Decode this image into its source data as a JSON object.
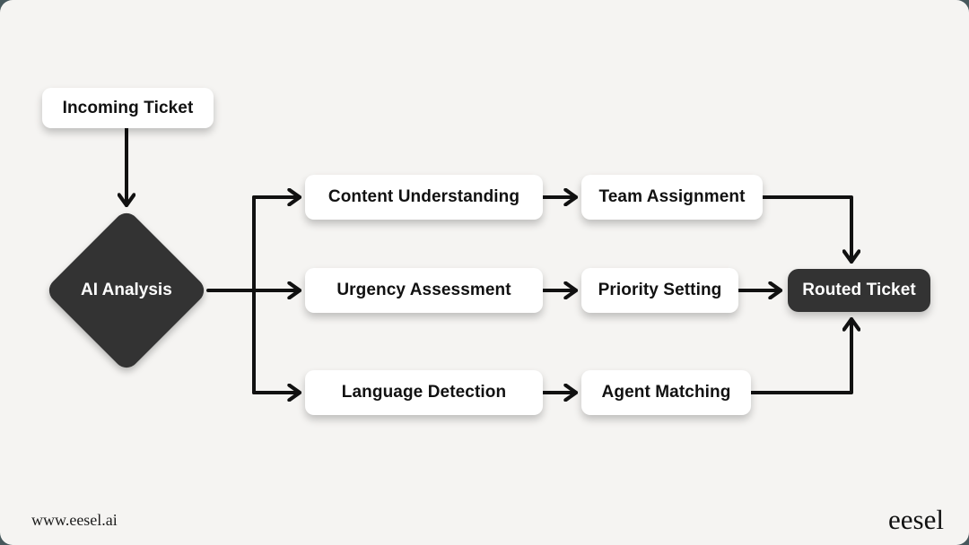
{
  "diagram": {
    "nodes": {
      "incoming_ticket": "Incoming Ticket",
      "ai_analysis": "AI Analysis",
      "content_understanding": "Content Understanding",
      "team_assignment": "Team Assignment",
      "urgency_assessment": "Urgency Assessment",
      "priority_setting": "Priority Setting",
      "language_detection": "Language Detection",
      "agent_matching": "Agent Matching",
      "routed_ticket": "Routed Ticket"
    },
    "edges": [
      {
        "from": "incoming_ticket",
        "to": "ai_analysis"
      },
      {
        "from": "ai_analysis",
        "to": "content_understanding"
      },
      {
        "from": "ai_analysis",
        "to": "urgency_assessment"
      },
      {
        "from": "ai_analysis",
        "to": "language_detection"
      },
      {
        "from": "content_understanding",
        "to": "team_assignment"
      },
      {
        "from": "urgency_assessment",
        "to": "priority_setting"
      },
      {
        "from": "language_detection",
        "to": "agent_matching"
      },
      {
        "from": "team_assignment",
        "to": "routed_ticket"
      },
      {
        "from": "priority_setting",
        "to": "routed_ticket"
      },
      {
        "from": "agent_matching",
        "to": "routed_ticket"
      }
    ],
    "colors": {
      "background": "#f5f4f2",
      "node_fill": "#ffffff",
      "dark_node_fill": "#333333",
      "line": "#111111",
      "text": "#111111",
      "dark_node_text": "#ffffff"
    }
  },
  "footer": {
    "website": "www.eesel.ai",
    "brand": "eesel"
  }
}
